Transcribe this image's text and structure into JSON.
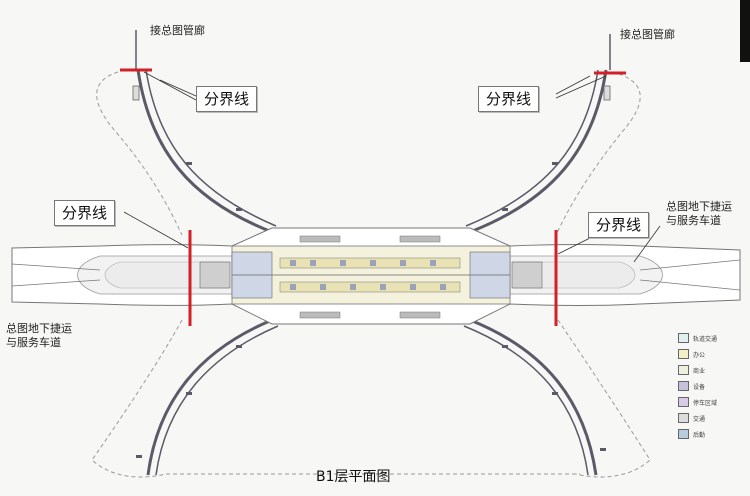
{
  "labels": {
    "connect_left": "接总图管廊",
    "connect_right": "接总图管廊",
    "boundary_top_left": "分界线",
    "boundary_top_right": "分界线",
    "boundary_mid_left": "分界线",
    "boundary_mid_right": "分界线",
    "road_left_1": "总图地下捷运",
    "road_left_2": "与服务车道",
    "road_right_1": "总图地下捷运",
    "road_right_2": "与服务车道",
    "title": "B1层平面图"
  },
  "legend": [
    {
      "text": "轨道交通",
      "color": "#dff1ee"
    },
    {
      "text": "办公",
      "color": "#f3f0c8"
    },
    {
      "text": "商业",
      "color": "#eef0e0"
    },
    {
      "text": "设备",
      "color": "#c8c0dc"
    },
    {
      "text": "停车区域",
      "color": "#d8cbe8"
    },
    {
      "text": "交通",
      "color": "#dcdcdc"
    },
    {
      "text": "后勤",
      "color": "#b8cce0"
    }
  ],
  "colors": {
    "boundary": "#d41f26",
    "tunnel": "#5a5a68",
    "outline": "#999999"
  }
}
